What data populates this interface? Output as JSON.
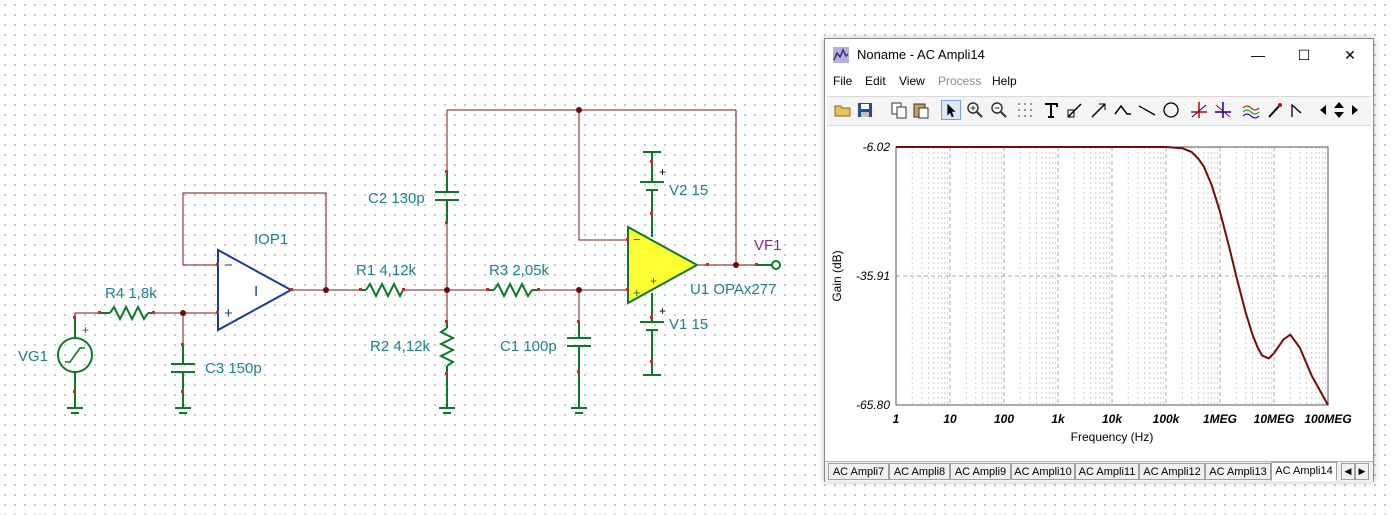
{
  "schematic": {
    "labels": {
      "vg1": "VG1",
      "r4": "R4 1,8k",
      "c3": "C3 150p",
      "iop1": "IOP1",
      "r1": "R1 4,12k",
      "r2": "R2 4,12k",
      "c2": "C2 130p",
      "r3": "R3 2,05k",
      "c1": "C1 100p",
      "v2": "V2 15",
      "v1": "V1 15",
      "u1": "U1 OPAx277",
      "vf1": "VF1",
      "iop1_symbol": "I"
    }
  },
  "window": {
    "title": "Noname - AC Ampli14",
    "controls": {
      "minimize": "—",
      "maximize": "☐",
      "close": "✕"
    },
    "menu": [
      "File",
      "Edit",
      "View",
      "Process",
      "Help"
    ],
    "toolbar_icons": [
      "open-icon",
      "save-icon",
      "copy-icon",
      "paste-icon",
      "pointer-icon",
      "zoom-in-icon",
      "zoom-out-icon",
      "grid-icon",
      "text-icon",
      "line-tool-icon",
      "arrow-tool-icon",
      "curve-tool-icon",
      "line-icon",
      "circle-icon",
      "cursor-a-icon",
      "cursor-b-icon",
      "wave-icon",
      "pen-icon",
      "step-icon",
      "scroll-left-icon",
      "scroll-updown-icon",
      "scroll-right-icon"
    ]
  },
  "chart_data": {
    "type": "line",
    "xlabel": "Frequency (Hz)",
    "ylabel": "Gain (dB)",
    "xscale": "log",
    "xlim": [
      1,
      100000000
    ],
    "ylim": [
      -65.8,
      -6.02
    ],
    "xticks": [
      "1",
      "10",
      "100",
      "1k",
      "10k",
      "100k",
      "1MEG",
      "10MEG",
      "100MEG"
    ],
    "yticks": [
      "-6.02",
      "-35.91",
      "-65.80"
    ],
    "grid": true,
    "color": "#7a0a0a",
    "series": [
      {
        "x": [
          1,
          10,
          100,
          1000,
          10000,
          100000,
          200000,
          300000,
          400000,
          500000,
          700000,
          1000000,
          1500000,
          2000000,
          3000000,
          4000000,
          5000000,
          6000000,
          8000000,
          10000000,
          15000000,
          20000000,
          30000000,
          50000000,
          100000000
        ],
        "y": [
          -6.02,
          -6.02,
          -6.02,
          -6.02,
          -6.02,
          -6.03,
          -6.3,
          -7.2,
          -8.8,
          -10.5,
          -14.8,
          -21.0,
          -29.5,
          -36.0,
          -44.5,
          -49.5,
          -52.5,
          -54.3,
          -55.0,
          -53.8,
          -50.6,
          -49.5,
          -52.5,
          -59.0,
          -65.8
        ]
      }
    ]
  },
  "tabs": [
    "AC Ampli7",
    "AC Ampli8",
    "AC Ampli9",
    "AC Ampli10",
    "AC Ampli11",
    "AC Ampli12",
    "AC Ampli13",
    "AC Ampli14"
  ],
  "tab_nav": {
    "left": "◀",
    "right": "▶"
  }
}
